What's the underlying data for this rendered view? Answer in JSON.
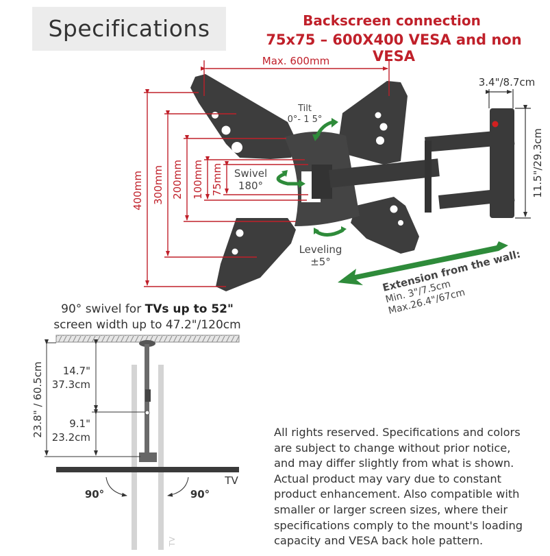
{
  "header": {
    "title": "Specifications",
    "backscreen_line1": "Backscreen connection",
    "backscreen_line2": "75x75 – 600X400 VESA and non VESA"
  },
  "dimensions": {
    "max_width": "Max. 600mm",
    "vertical": [
      "400mm",
      "300mm",
      "200mm",
      "100mm",
      "75mm"
    ],
    "wall_plate_depth": "3.4\"/8.7cm",
    "wall_plate_height": "11.5\"/29.3cm"
  },
  "motions": {
    "tilt_label": "Tilt",
    "tilt_value": "0°- 1 5°",
    "swivel_label": "Swivel",
    "swivel_value": "180°",
    "leveling_label": "Leveling",
    "leveling_value": "±5°"
  },
  "extension": {
    "title": "Extension from the wall:",
    "min": "Min. 3\"/7.5cm",
    "max": "Max.26.4\"/67cm"
  },
  "top_view": {
    "caption_prefix": "90° swivel for ",
    "caption_bold1": "TVs up to ",
    "caption_bold2": "52\"",
    "caption_line2": "screen width up to 47.2\"/120cm",
    "total_height": "23.8\" / 60.5cm",
    "upper_in": "14.7\"",
    "upper_cm": "37.3cm",
    "lower_in": "9.1\"",
    "lower_cm": "23.2cm",
    "tv_label": "TV",
    "tv_label_rotated": "TV",
    "angle_left": "90°",
    "angle_right": "90°"
  },
  "disclaimer": [
    "All rights reserved. Specifications and colors",
    "are subject to change without prior notice,",
    "and may differ slightly from what is shown.",
    "Actual product may vary due to constant",
    "product enhancement. Also compatible with",
    "smaller or larger screen sizes, where their",
    "specifications comply to the mount's loading",
    "capacity and VESA back hole pattern."
  ],
  "colors": {
    "dimension_red": "#c0202a",
    "arrow_green": "#2e8b3a",
    "mount_dark": "#3a3a3a",
    "title_bg": "#ececec"
  }
}
